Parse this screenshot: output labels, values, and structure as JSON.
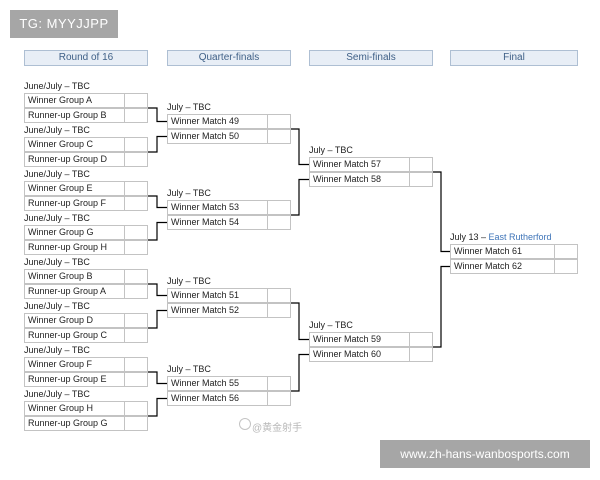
{
  "banner": {
    "text": "TG: MYYJJPP"
  },
  "rounds": [
    {
      "name": "Round of 16"
    },
    {
      "name": "Quarter-finals"
    },
    {
      "name": "Semi-finals"
    },
    {
      "name": "Final"
    }
  ],
  "r16": [
    {
      "date": "June/July – TBC",
      "teams": [
        "Winner Group A",
        "Runner-up Group B"
      ]
    },
    {
      "date": "June/July – TBC",
      "teams": [
        "Winner Group C",
        "Runner-up Group D"
      ]
    },
    {
      "date": "June/July – TBC",
      "teams": [
        "Winner Group E",
        "Runner-up Group F"
      ]
    },
    {
      "date": "June/July – TBC",
      "teams": [
        "Winner Group G",
        "Runner-up Group H"
      ]
    },
    {
      "date": "June/July – TBC",
      "teams": [
        "Winner Group B",
        "Runner-up Group A"
      ]
    },
    {
      "date": "June/July – TBC",
      "teams": [
        "Winner Group D",
        "Runner-up Group C"
      ]
    },
    {
      "date": "June/July – TBC",
      "teams": [
        "Winner Group F",
        "Runner-up Group E"
      ]
    },
    {
      "date": "June/July – TBC",
      "teams": [
        "Winner Group H",
        "Runner-up Group G"
      ]
    }
  ],
  "qf": [
    {
      "date": "July – TBC",
      "teams": [
        "Winner Match 49",
        "Winner Match 50"
      ]
    },
    {
      "date": "July – TBC",
      "teams": [
        "Winner Match 53",
        "Winner Match 54"
      ]
    },
    {
      "date": "July – TBC",
      "teams": [
        "Winner Match 51",
        "Winner Match 52"
      ]
    },
    {
      "date": "July – TBC",
      "teams": [
        "Winner Match 55",
        "Winner Match 56"
      ]
    }
  ],
  "sf": [
    {
      "date": "July – TBC",
      "teams": [
        "Winner Match 57",
        "Winner Match 58"
      ]
    },
    {
      "date": "July – TBC",
      "teams": [
        "Winner Match 59",
        "Winner Match 60"
      ]
    }
  ],
  "final": {
    "date": "July 13 – ",
    "venue": "East Rutherford",
    "teams": [
      "Winner Match 61",
      "Winner Match 62"
    ]
  },
  "watermark": {
    "text": "@黄金射手"
  },
  "site": {
    "text": "www.zh-hans-wanbosports.com"
  },
  "colors": {
    "line": "#000000",
    "venue": "#3e74b8",
    "header_text": "#3e5f86",
    "banner_bg": "#a6a6a6"
  }
}
